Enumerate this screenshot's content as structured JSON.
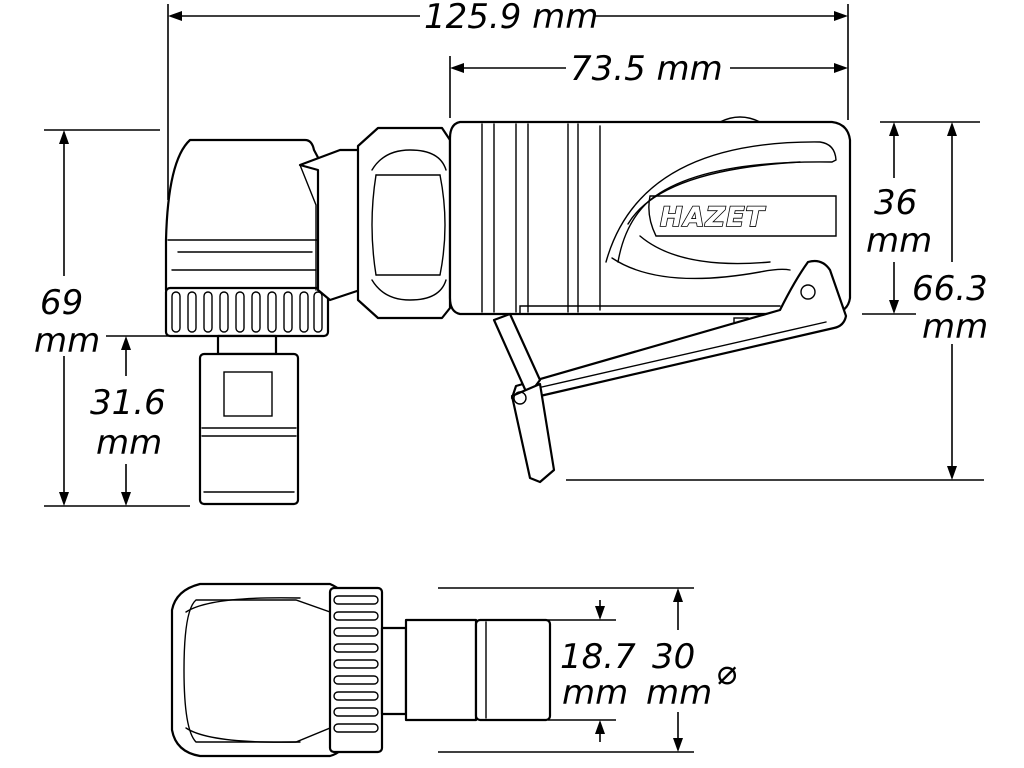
{
  "brand": "HAZET",
  "dimensions": {
    "overall_length": "125.9 mm",
    "body_length": "73.5 mm",
    "total_height_value": "69",
    "total_height_unit": "mm",
    "collet_height_value": "31.6",
    "collet_height_unit": "mm",
    "body_height_value": "36",
    "body_height_unit": "mm",
    "height_with_lever_value": "66.3",
    "height_with_lever_unit": "mm",
    "collet_diameter_value": "18.7",
    "collet_diameter_unit": "mm",
    "head_diameter_value": "30",
    "head_diameter_unit": "mm",
    "diameter_symbol": "⌀"
  }
}
